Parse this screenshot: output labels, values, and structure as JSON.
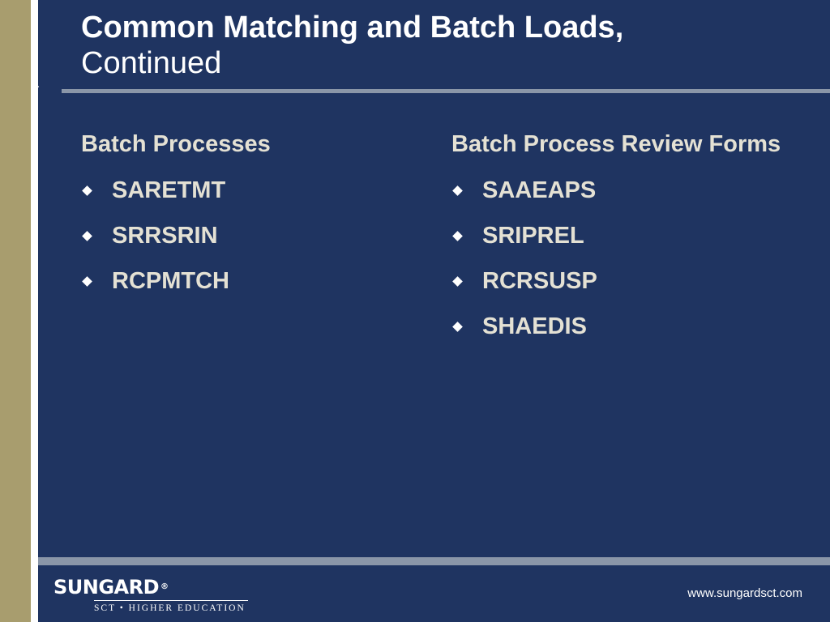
{
  "slide": {
    "title_bold": "Common Matching and Batch Loads,",
    "title_normal": "Continued"
  },
  "left_column": {
    "heading": "Batch Processes",
    "items": [
      "SARETMT",
      "SRRSRIN",
      "RCPMTCH"
    ]
  },
  "right_column": {
    "heading": "Batch Process Review Forms",
    "items": [
      "SAAEAPS",
      "SRIPREL",
      "RCRSUSP",
      "SHAEDIS"
    ]
  },
  "footer": {
    "brand": "SUNGARD",
    "brand_mark": "®",
    "subtitle": "SCT • HIGHER EDUCATION",
    "url": "www.sungardsct.com"
  },
  "colors": {
    "background": "#1f3461",
    "left_bar": "#a89d6e",
    "rule": "#8a96a8",
    "body_text": "#e4e1d4"
  }
}
